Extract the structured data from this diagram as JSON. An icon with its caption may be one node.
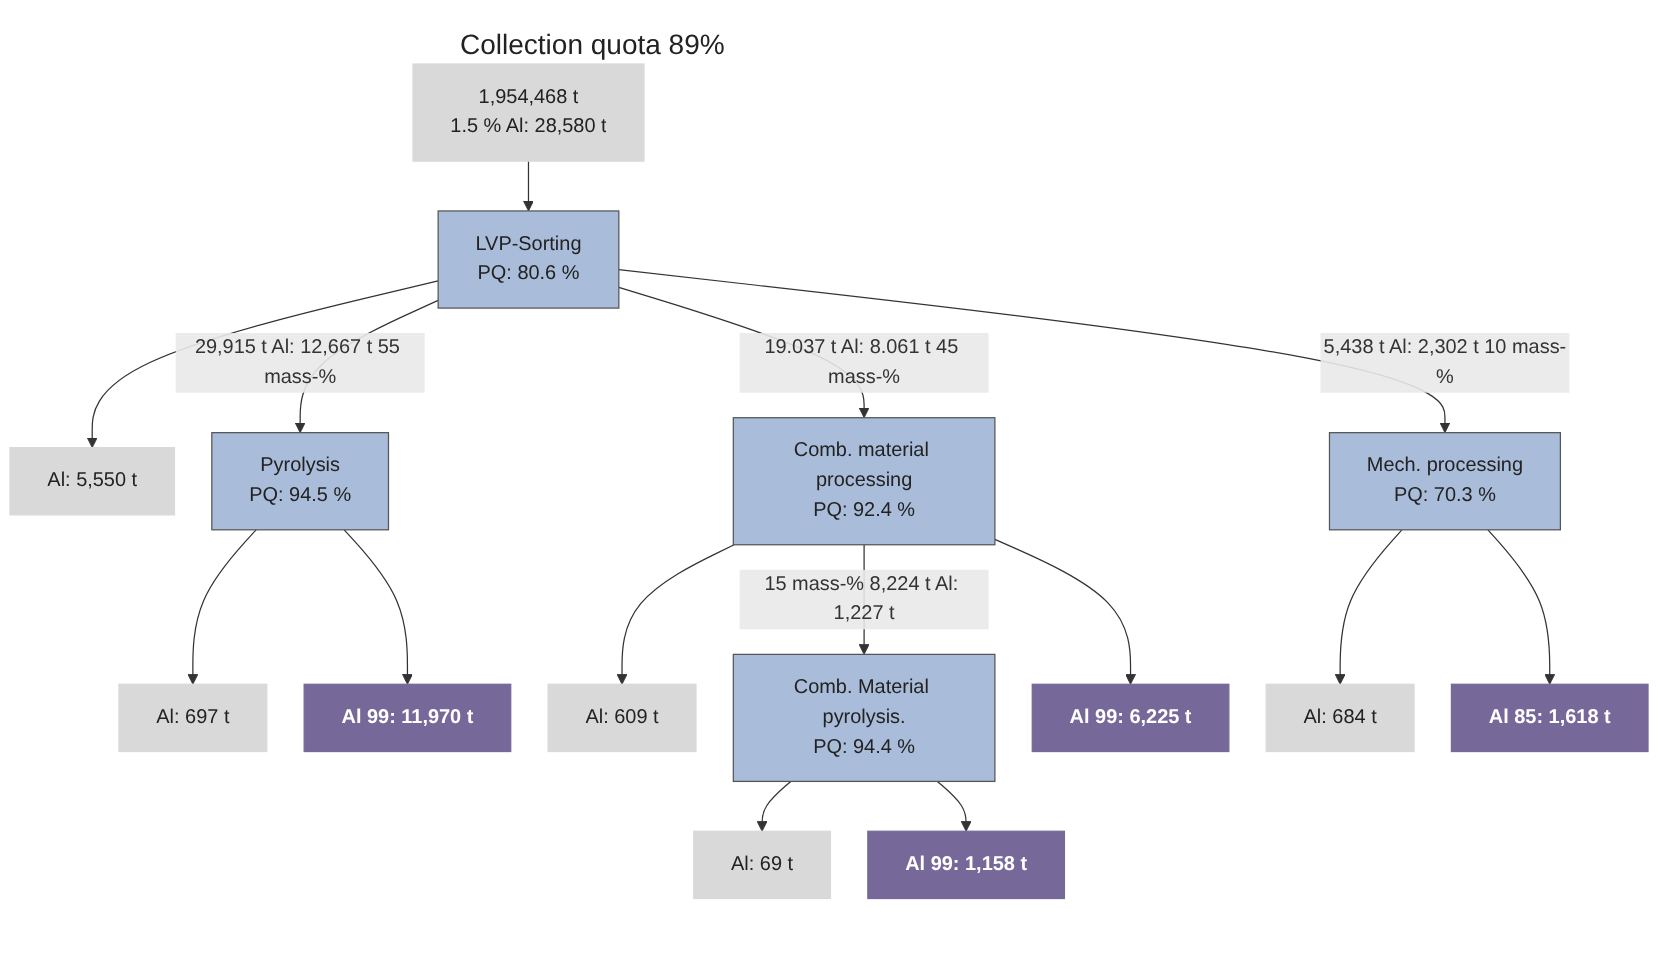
{
  "diagram": {
    "nodes": [
      {
        "text": [
          "1,954,468 t",
          "1.5 % Al: 28,580 t"
        ]
      },
      {
        "text": [
          "LVP-Sorting",
          "PQ: 80.6 %"
        ]
      },
      {
        "text": [
          "Al: 5,550 t"
        ]
      },
      {
        "text": [
          "Pyrolysis",
          "PQ: 94.5 %"
        ]
      },
      {
        "text": [
          "Al: 697 t"
        ]
      },
      {
        "text": [
          "Comb. material processing",
          "PQ: 92.4 %"
        ]
      },
      {
        "text": [
          "Al: 609 t"
        ]
      },
      {
        "text": [
          "Mech. processing",
          "PQ: 70.3 %"
        ]
      },
      {
        "text": [
          "Al: 684 t"
        ]
      },
      {
        "text": [
          "Comb. Material pyrolysis.",
          "PQ: 94.4 %"
        ]
      },
      {
        "text": [
          "Al: 69 t"
        ]
      },
      {
        "text": [
          "Al 99: 11,970 t"
        ]
      },
      {
        "text": [
          "Al 99: 6,225 t"
        ]
      },
      {
        "text": [
          "Al 99: 1,158 t"
        ]
      },
      {
        "text": [
          "Al 85: 1,618 t"
        ]
      }
    ],
    "edges": [
      {
        "from": 0,
        "to": 1,
        "arrow": "to"
      },
      {
        "from": 1,
        "to": 2,
        "arrow": "to"
      },
      {
        "from": 1,
        "to": 3,
        "arrow": "to",
        "label": "29,915 t Al: 12,667 t 55 mass-%"
      },
      {
        "from": 1,
        "to": 5,
        "arrow": "to",
        "label": "19.037 t Al: 8.061 t 45 mass-%"
      },
      {
        "from": 1,
        "to": 7,
        "arrow": "to",
        "label": "5,438 t Al: 2,302 t 10 mass-%"
      },
      {
        "from": 3,
        "to": 4,
        "arrow": "to"
      },
      {
        "from": 5,
        "to": 6,
        "arrow": "to"
      },
      {
        "from": 7,
        "to": 8,
        "arrow": "to"
      },
      {
        "from": 3,
        "to": 11,
        "arrow": "to"
      },
      {
        "from": 5,
        "to": 9,
        "arrow": "to",
        "label": "15 mass-% 8,224 t Al: 1,227 t"
      },
      {
        "from": 5,
        "to": 12,
        "arrow": "to"
      },
      {
        "from": 9,
        "to": 10,
        "arrow": "to"
      },
      {
        "from": 9,
        "to": 13,
        "arrow": "to"
      },
      {
        "from": 7,
        "to": 14,
        "arrow": "to"
      }
    ],
    "labels": [
      "Collection quota 89%"
    ]
  }
}
